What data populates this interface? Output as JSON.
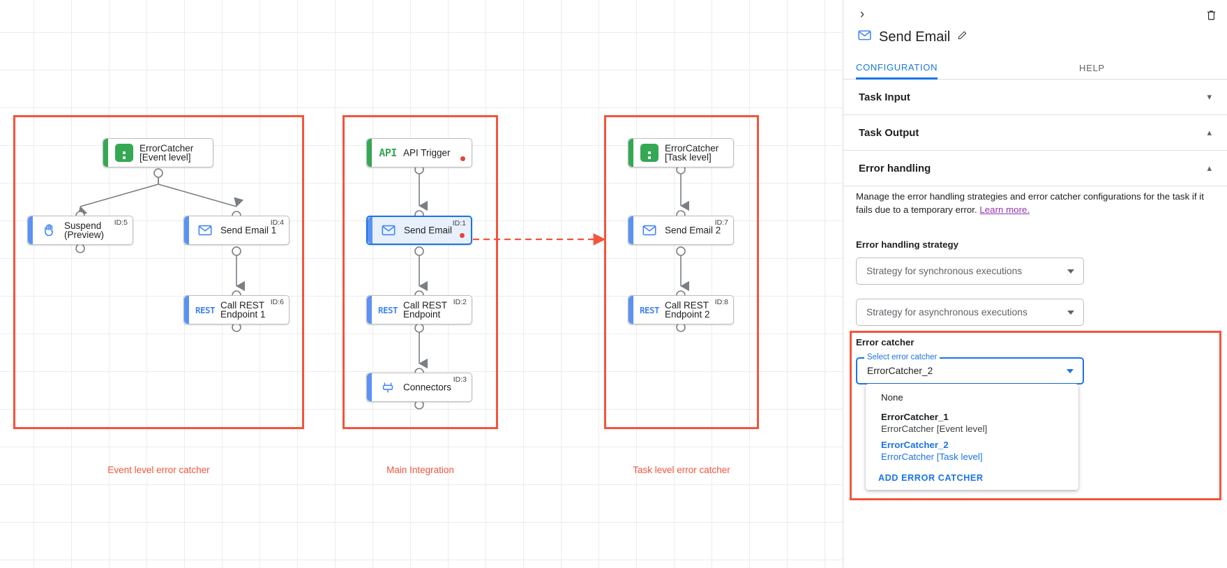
{
  "canvas": {
    "groups": [
      {
        "caption": "Event level error catcher"
      },
      {
        "caption": "Main Integration"
      },
      {
        "caption": "Task level error catcher"
      }
    ],
    "nodes": [
      {
        "title": "ErrorCatcher\n[Event level]",
        "icon": "error-catcher-icon",
        "id": ""
      },
      {
        "title": "Suspend\n(Preview)",
        "icon": "hand-icon",
        "id": "ID:5"
      },
      {
        "title": "Send Email 1",
        "icon": "email-icon",
        "id": "ID:4"
      },
      {
        "title": "Call REST\nEndpoint 1",
        "icon": "rest-icon",
        "id": "ID:6"
      },
      {
        "title": "API Trigger",
        "icon": "api-icon",
        "id": ""
      },
      {
        "title": "Send Email",
        "icon": "email-icon",
        "id": "ID:1"
      },
      {
        "title": "Call REST\nEndpoint",
        "icon": "rest-icon",
        "id": "ID:2"
      },
      {
        "title": "Connectors",
        "icon": "connectors-icon",
        "id": "ID:3"
      },
      {
        "title": "ErrorCatcher\n[Task level]",
        "icon": "error-catcher-icon",
        "id": ""
      },
      {
        "title": "Send Email 2",
        "icon": "email-icon",
        "id": "ID:7"
      },
      {
        "title": "Call REST\nEndpoint 2",
        "icon": "rest-icon",
        "id": "ID:8"
      }
    ],
    "icon_text": {
      "api": "API",
      "rest": "REST"
    }
  },
  "panel": {
    "collapse_icon": "chevron-right-icon",
    "delete_icon": "trash-icon",
    "task_title": "Send Email",
    "task_icon": "email-icon",
    "edit_icon": "pencil-icon",
    "tabs": [
      {
        "label": "CONFIGURATION",
        "active": true
      },
      {
        "label": "HELP",
        "active": false
      }
    ],
    "sections": [
      {
        "title": "Task Input",
        "caret": "chevron-down-icon"
      },
      {
        "title": "Task Output",
        "caret": "chevron-up-icon"
      },
      {
        "title": "Error handling",
        "caret": "chevron-up-icon"
      }
    ],
    "error_handling": {
      "description": "Manage the error handling strategies and error catcher configurations for the task if it fails due to a temporary error.",
      "learn_more": "Learn more.",
      "strategy_label": "Error handling strategy",
      "sync_placeholder": "Strategy for synchronous executions",
      "async_placeholder": "Strategy for asynchronous executions",
      "error_catcher_label": "Error catcher",
      "select_float_label": "Select error catcher",
      "select_value": "ErrorCatcher_2"
    },
    "dropdown": {
      "none_label": "None",
      "options": [
        {
          "title": "ErrorCatcher_1",
          "subtitle": "ErrorCatcher [Event level]",
          "selected": false
        },
        {
          "title": "ErrorCatcher_2",
          "subtitle": "ErrorCatcher [Task level]",
          "selected": true
        }
      ],
      "add_label": "ADD ERROR CATCHER"
    }
  },
  "colors": {
    "red_highlight": "#f4543c",
    "blue_accent": "#1a73e8",
    "green_accent": "#34a853",
    "node_blue": "#5a92f5",
    "link_purple": "#9334b0"
  }
}
